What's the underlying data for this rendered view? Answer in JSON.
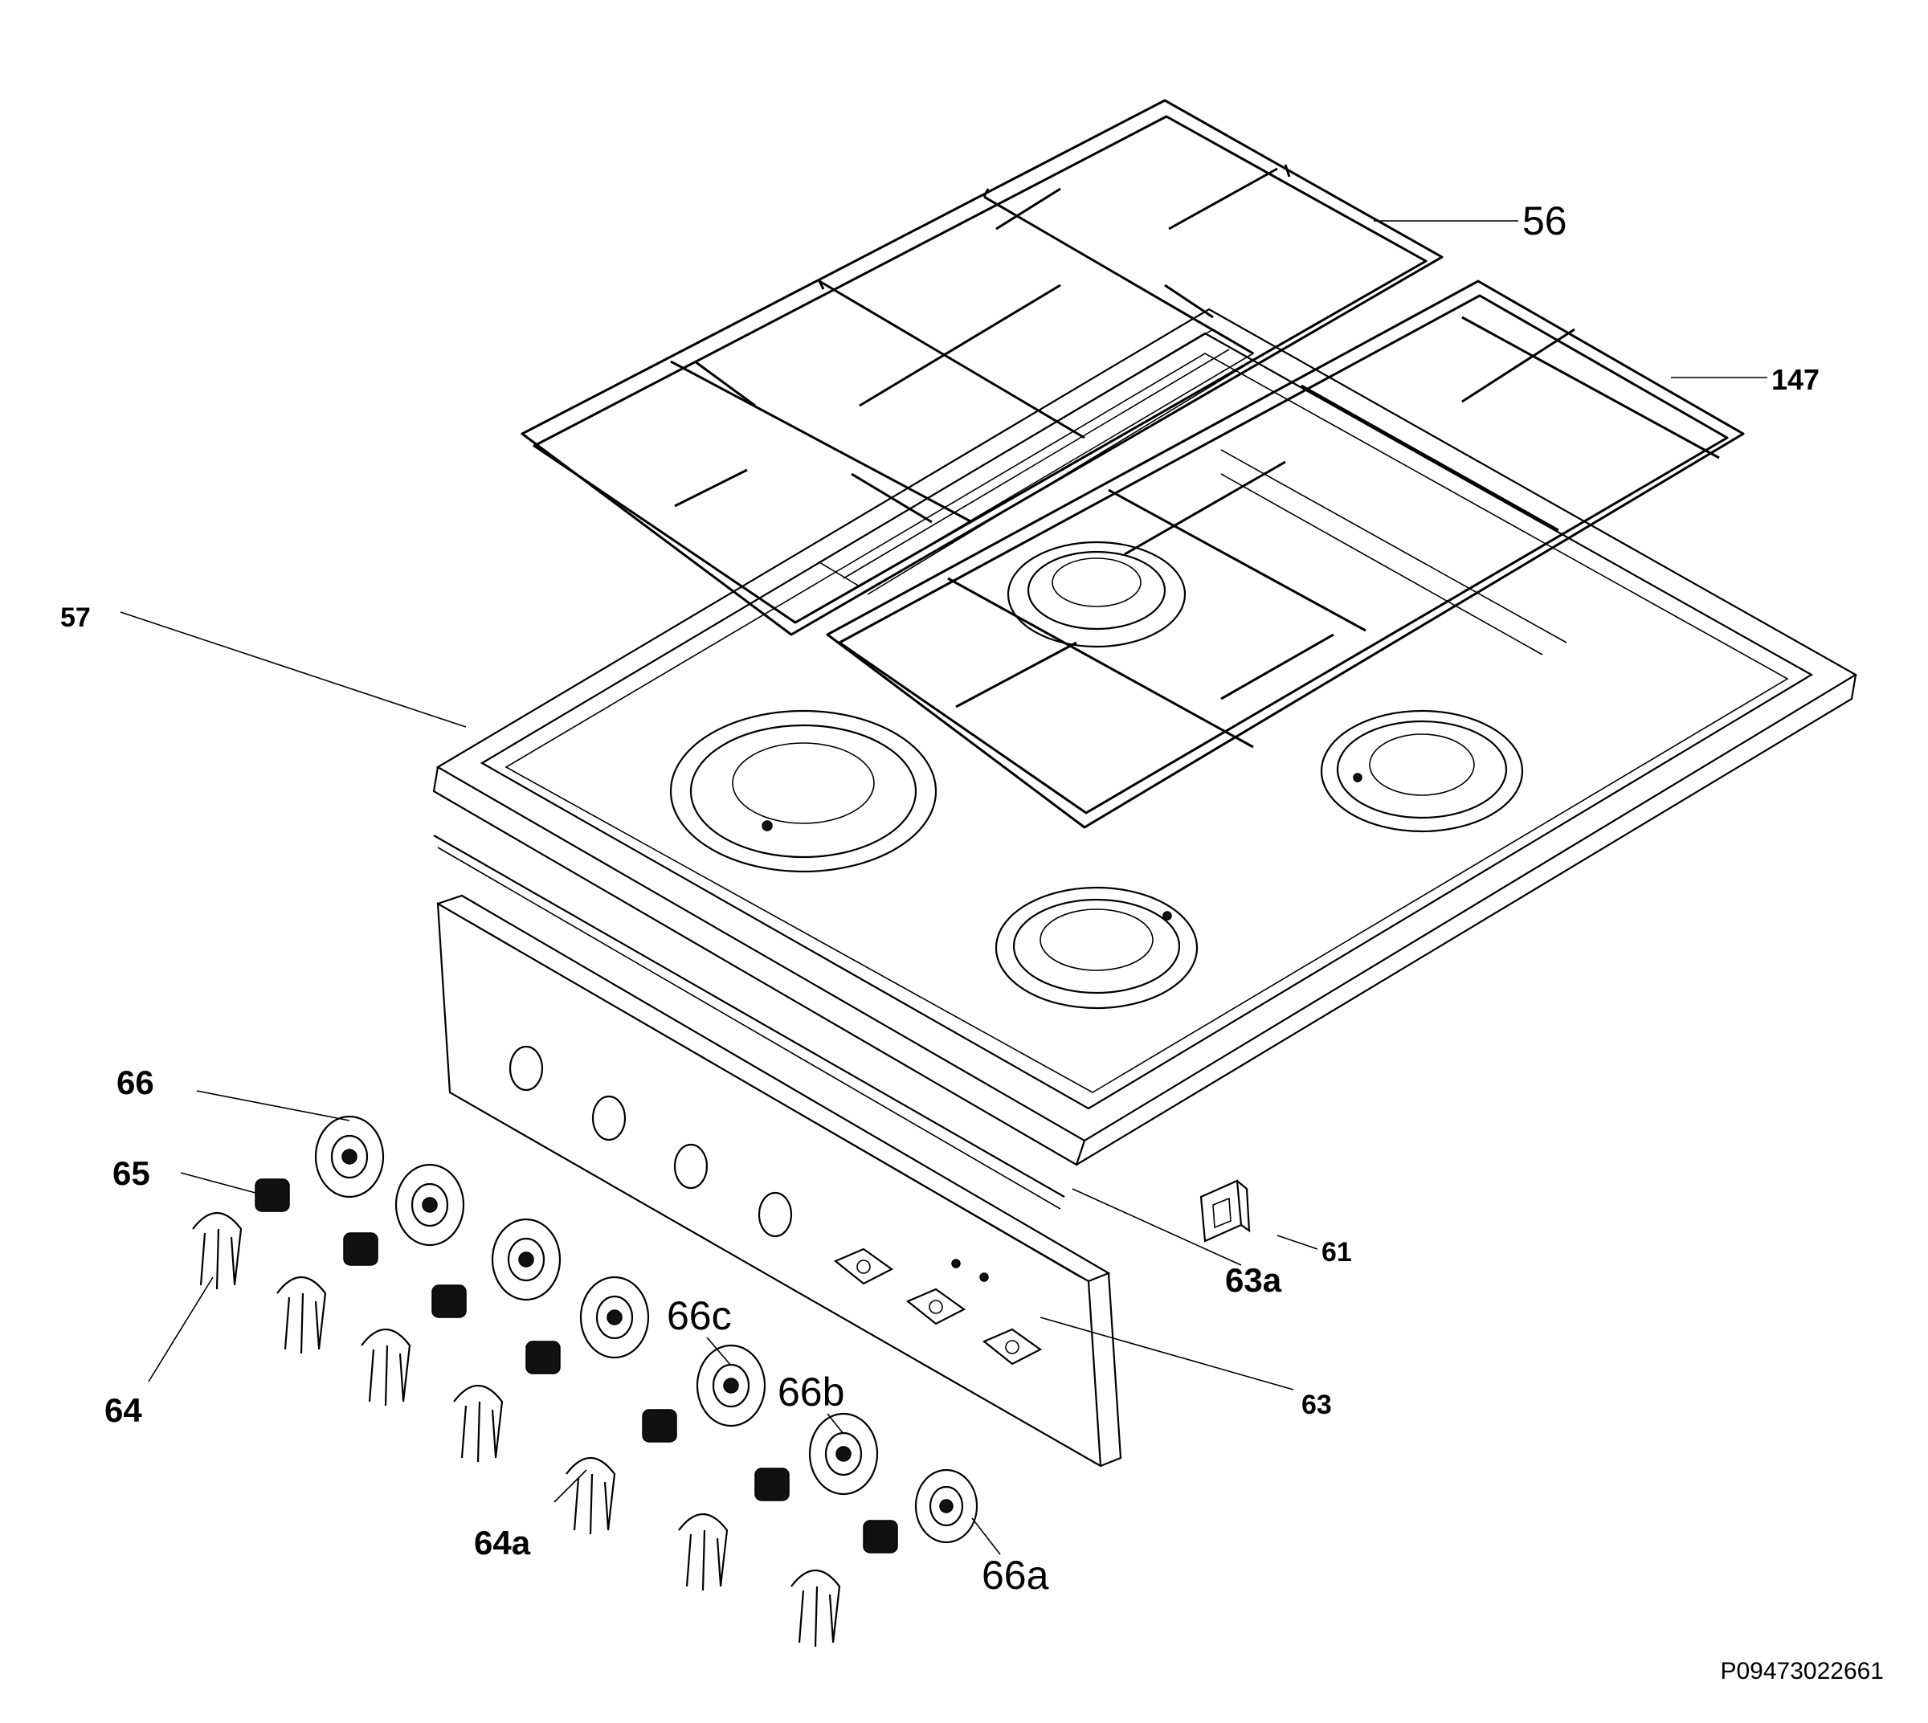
{
  "diagram": {
    "drawing_number": "P09473022661",
    "callouts": [
      {
        "id": "56",
        "label": "56"
      },
      {
        "id": "147",
        "label": "147"
      },
      {
        "id": "57",
        "label": "57"
      },
      {
        "id": "66",
        "label": "66"
      },
      {
        "id": "65",
        "label": "65"
      },
      {
        "id": "64",
        "label": "64"
      },
      {
        "id": "64a",
        "label": "64a"
      },
      {
        "id": "66c",
        "label": "66c"
      },
      {
        "id": "66b",
        "label": "66b"
      },
      {
        "id": "66a",
        "label": "66a"
      },
      {
        "id": "63a",
        "label": "63a"
      },
      {
        "id": "61",
        "label": "61"
      },
      {
        "id": "63",
        "label": "63"
      }
    ]
  },
  "colors": {
    "ink": "#000000",
    "paper": "#ffffff"
  }
}
